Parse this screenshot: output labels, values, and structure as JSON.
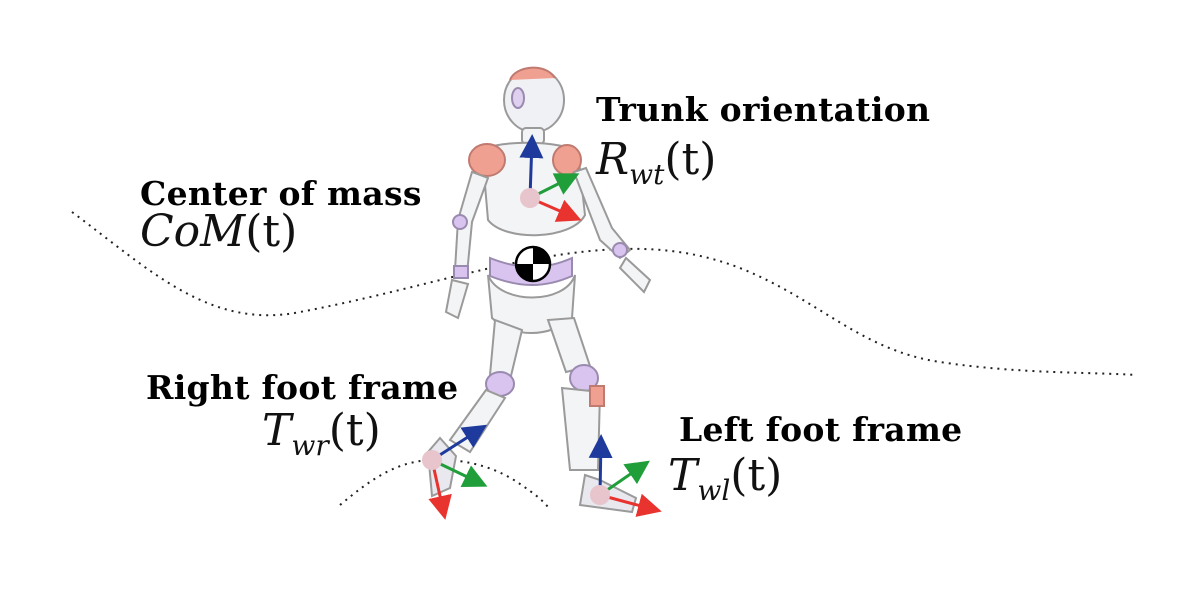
{
  "labels": {
    "trunk": {
      "title": "Trunk orientation",
      "symbol": "R",
      "sub": "wt",
      "arg": "(t)"
    },
    "com": {
      "title": "Center of mass",
      "symbol": "CoM",
      "arg": "(t)"
    },
    "right_foot": {
      "title": "Right foot frame",
      "symbol": "T",
      "sub": "wr",
      "arg": "(t)"
    },
    "left_foot": {
      "title": "Left foot frame",
      "symbol": "T",
      "sub": "wl",
      "arg": "(t)"
    }
  },
  "colors": {
    "axis_x": "#e8332f",
    "axis_y": "#1f9e3a",
    "axis_z": "#1d3a9c",
    "frame_origin": "#e8c4cc",
    "trajectory": "#222222",
    "robot_outline": "#9a9a9a",
    "robot_joint": "#b48ad8",
    "robot_accent": "#f0a090"
  }
}
